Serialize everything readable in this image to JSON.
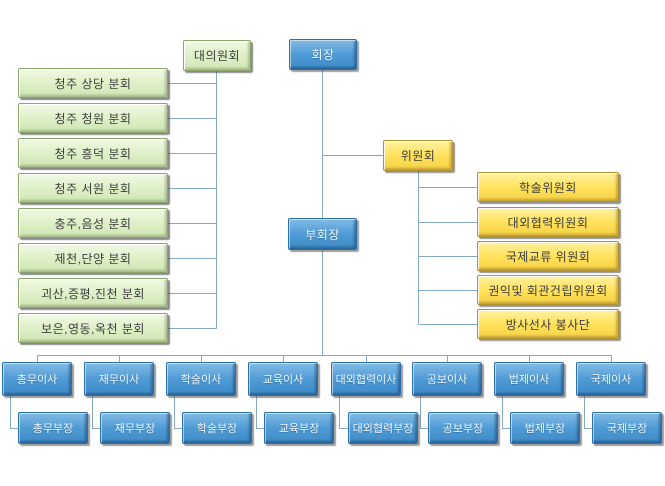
{
  "org_chart": {
    "chairman": "회장",
    "vice_chairman": "부회장",
    "delegates_council": "대의원회",
    "committee_head": "위원회",
    "branches": [
      "청주 상당 분회",
      "청주 청원 분회",
      "청주 흥덕 분회",
      "청주 서원 분회",
      "충주,음성 분회",
      "제천,단양 분회",
      "괴산,증평,진천 분회",
      "보은,영동,옥천 분회"
    ],
    "committees": [
      "학술위원회",
      "대외협력위원회",
      "국제교류 위원회",
      "권익및 회관건립위원회",
      "방사선사 봉사단"
    ],
    "directors": [
      "총무이사",
      "재무이사",
      "학술이사",
      "교육이사",
      "대외협력이사",
      "공보이사",
      "법제이사",
      "국제이사"
    ],
    "managers": [
      "총무부장",
      "재무부장",
      "학술부장",
      "교육부장",
      "대외협력부장",
      "공보부장",
      "법제부장",
      "국제부장"
    ]
  },
  "colors": {
    "executive_blue": "#4f9bd5",
    "branch_green": "#ddefc6",
    "committee_yellow": "#ffe25c",
    "connector_line": "#84a9c6"
  }
}
